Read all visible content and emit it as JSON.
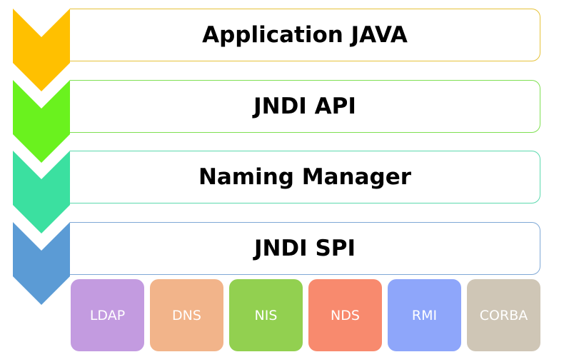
{
  "layers": [
    {
      "label": "Application JAVA",
      "color": "#FFC000",
      "border": "#E6C23A"
    },
    {
      "label": "JNDI API",
      "color": "#6AF21E",
      "border": "#7FE052"
    },
    {
      "label": "Naming Manager",
      "color": "#3BE0A0",
      "border": "#5BD9AE"
    },
    {
      "label": "JNDI SPI",
      "color": "#5B9BD5",
      "border": "#7FA8D6"
    }
  ],
  "providers": [
    {
      "label": "LDAP",
      "color": "#C39BE0"
    },
    {
      "label": "DNS",
      "color": "#F2B48A"
    },
    {
      "label": "NIS",
      "color": "#92D050"
    },
    {
      "label": "NDS",
      "color": "#F88A6E"
    },
    {
      "label": "RMI",
      "color": "#8EA6FA"
    },
    {
      "label": "CORBA",
      "color": "#CFC6B6"
    }
  ]
}
